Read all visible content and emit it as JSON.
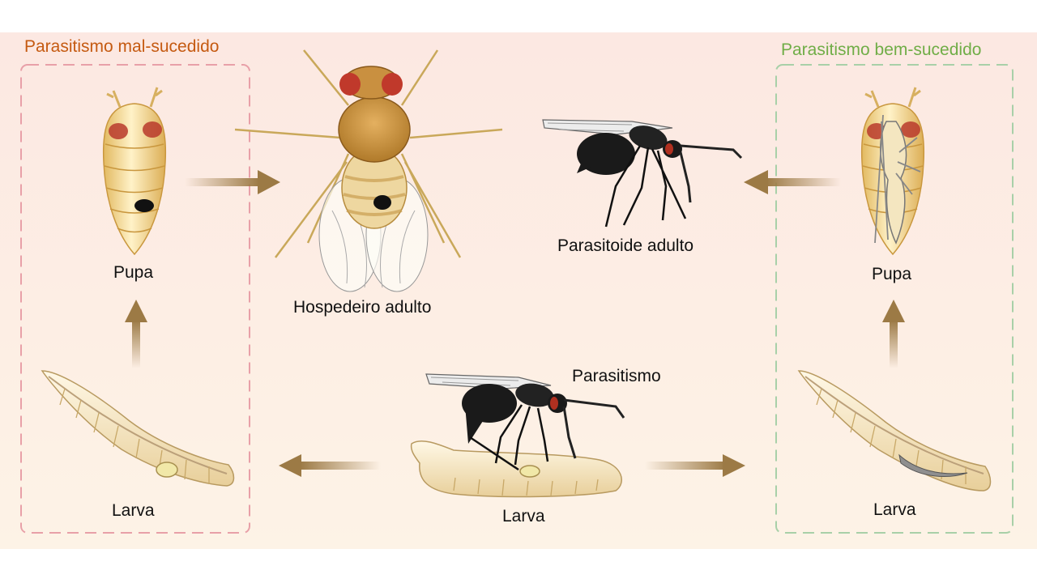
{
  "titles": {
    "unsuccessful": "Parasitismo mal-sucedido",
    "successful": "Parasitismo bem-sucedido"
  },
  "labels": {
    "pupa_left": "Pupa",
    "larva_left": "Larva",
    "host_adult": "Hospedeiro adulto",
    "parasitoid_adult": "Parasitoide adulto",
    "parasitism": "Parasitismo",
    "larva_center": "Larva",
    "pupa_right": "Pupa",
    "larva_right": "Larva"
  },
  "colors": {
    "unsuccessful": "#c55a11",
    "successful": "#70ad47",
    "arrow": "#9c7a45",
    "box_left": "#e8a0a8",
    "box_right": "#a8d0a8"
  }
}
